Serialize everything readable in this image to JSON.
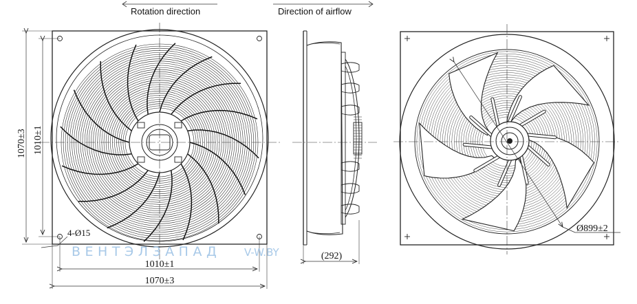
{
  "headers": {
    "rotation": "Rotation direction",
    "airflow": "Direction of airflow"
  },
  "dimensions": {
    "height_outer": "1070±3",
    "height_inner": "1010±1",
    "width_inner": "1010±1",
    "width_outer": "1070±3",
    "holes": "4-Ø15",
    "depth": "(292)",
    "diameter": "Ø899±2"
  },
  "watermark": {
    "brand": "ВЕНТЭЛЗАПАД",
    "site": "V-W.BY"
  },
  "views": [
    "front-grille-view",
    "side-view",
    "rear-impeller-view"
  ]
}
